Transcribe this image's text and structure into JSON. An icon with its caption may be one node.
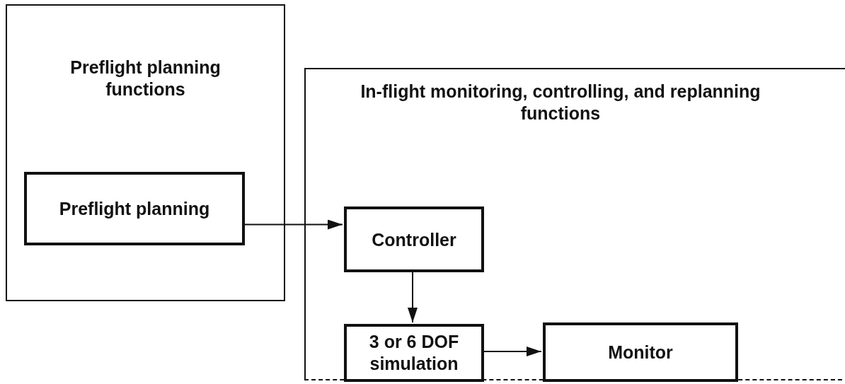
{
  "diagram": {
    "nodes": [
      {
        "text": [
          "Preflight planning functions"
        ]
      },
      {
        "text": [
          "Preflight planning"
        ],
        "in": 0
      },
      {
        "text": [
          "In-flight monitoring, controlling, and replanning functions"
        ]
      },
      {
        "text": [
          "Controller"
        ],
        "in": 2
      },
      {
        "text": [
          "3 or 6 DOF simulation"
        ],
        "in": 2
      },
      {
        "text": [
          "Monitor"
        ],
        "in": 2
      }
    ],
    "edges": [
      {
        "from": 1,
        "to": 3,
        "arrow": "to"
      },
      {
        "from": 3,
        "to": 4,
        "arrow": "to"
      },
      {
        "from": 4,
        "to": 5,
        "arrow": "to"
      }
    ]
  }
}
